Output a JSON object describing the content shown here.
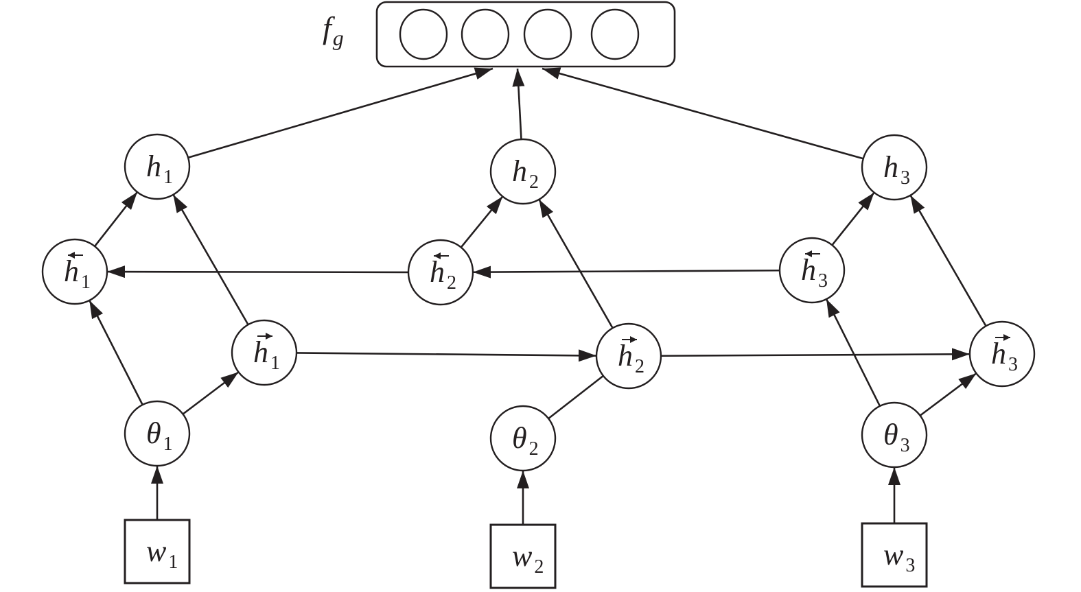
{
  "title": "Bidirectional recurrent network over word-level θ nodes feeding f_g",
  "output_layer": {
    "label": "f",
    "label_subscript": "g",
    "unit_count": 4
  },
  "nodes": [
    {
      "id": "h1",
      "kind": "circle",
      "symbol": "h",
      "sub": "1",
      "accent": "none"
    },
    {
      "id": "h2",
      "kind": "circle",
      "symbol": "h",
      "sub": "2",
      "accent": "none"
    },
    {
      "id": "h3",
      "kind": "circle",
      "symbol": "h",
      "sub": "3",
      "accent": "none"
    },
    {
      "id": "hb1",
      "kind": "circle",
      "symbol": "h",
      "sub": "1",
      "accent": "left-arrow"
    },
    {
      "id": "hb2",
      "kind": "circle",
      "symbol": "h",
      "sub": "2",
      "accent": "left-arrow"
    },
    {
      "id": "hb3",
      "kind": "circle",
      "symbol": "h",
      "sub": "3",
      "accent": "left-arrow"
    },
    {
      "id": "hf1",
      "kind": "circle",
      "symbol": "h",
      "sub": "1",
      "accent": "right-arrow"
    },
    {
      "id": "hf2",
      "kind": "circle",
      "symbol": "h",
      "sub": "2",
      "accent": "right-arrow"
    },
    {
      "id": "hf3",
      "kind": "circle",
      "symbol": "h",
      "sub": "3",
      "accent": "right-arrow"
    },
    {
      "id": "t1",
      "kind": "circle",
      "symbol": "θ",
      "sub": "1",
      "accent": "none"
    },
    {
      "id": "t2",
      "kind": "circle",
      "symbol": "θ",
      "sub": "2",
      "accent": "none"
    },
    {
      "id": "t3",
      "kind": "circle",
      "symbol": "θ",
      "sub": "3",
      "accent": "none"
    },
    {
      "id": "w1",
      "kind": "box",
      "symbol": "w",
      "sub": "1",
      "accent": "none"
    },
    {
      "id": "w2",
      "kind": "box",
      "symbol": "w",
      "sub": "2",
      "accent": "none"
    },
    {
      "id": "w3",
      "kind": "box",
      "symbol": "w",
      "sub": "3",
      "accent": "none"
    }
  ],
  "edges": [
    {
      "from": "w1",
      "to": "t1",
      "arrow": true
    },
    {
      "from": "w2",
      "to": "t2",
      "arrow": true
    },
    {
      "from": "w3",
      "to": "t3",
      "arrow": true
    },
    {
      "from": "t1",
      "to": "hb1",
      "arrow": true
    },
    {
      "from": "t1",
      "to": "hf1",
      "arrow": true
    },
    {
      "from": "t2",
      "to": "hf2",
      "arrow": false
    },
    {
      "from": "t3",
      "to": "hb3",
      "arrow": true
    },
    {
      "from": "t3",
      "to": "hf3",
      "arrow": true
    },
    {
      "from": "hf1",
      "to": "hf2",
      "arrow": true
    },
    {
      "from": "hf2",
      "to": "hf3",
      "arrow": true
    },
    {
      "from": "hb3",
      "to": "hb2",
      "arrow": true
    },
    {
      "from": "hb2",
      "to": "hb1",
      "arrow": true
    },
    {
      "from": "hb1",
      "to": "h1",
      "arrow": true
    },
    {
      "from": "hf1",
      "to": "h1",
      "arrow": true
    },
    {
      "from": "hb2",
      "to": "h2",
      "arrow": true
    },
    {
      "from": "hf2",
      "to": "h2",
      "arrow": true
    },
    {
      "from": "hb3",
      "to": "h3",
      "arrow": true
    },
    {
      "from": "hf3",
      "to": "h3",
      "arrow": true
    },
    {
      "from": "h1",
      "to": "fg",
      "arrow": true
    },
    {
      "from": "h2",
      "to": "fg",
      "arrow": true
    },
    {
      "from": "h3",
      "to": "fg",
      "arrow": true
    }
  ]
}
